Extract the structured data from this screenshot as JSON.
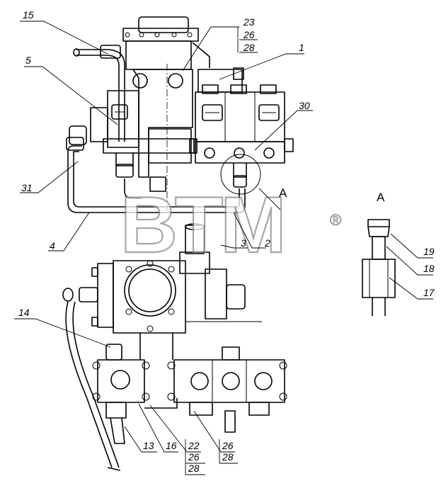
{
  "drawing": {
    "callouts": [
      {
        "id": "c15",
        "text": "15"
      },
      {
        "id": "c23",
        "text": "23"
      },
      {
        "id": "c26a",
        "text": "26"
      },
      {
        "id": "c28a",
        "text": "28"
      },
      {
        "id": "c1",
        "text": "1"
      },
      {
        "id": "c5",
        "text": "5"
      },
      {
        "id": "c30",
        "text": "30"
      },
      {
        "id": "c31",
        "text": "31"
      },
      {
        "id": "c4",
        "text": "4"
      },
      {
        "id": "c3",
        "text": "3"
      },
      {
        "id": "c2",
        "text": "2"
      },
      {
        "id": "c19",
        "text": "19"
      },
      {
        "id": "c18",
        "text": "18"
      },
      {
        "id": "c17",
        "text": "17"
      },
      {
        "id": "c14",
        "text": "14"
      },
      {
        "id": "c13",
        "text": "13"
      },
      {
        "id": "c16",
        "text": "16"
      },
      {
        "id": "c22",
        "text": "22"
      },
      {
        "id": "c26b",
        "text": "26"
      },
      {
        "id": "c28b",
        "text": "28"
      },
      {
        "id": "c26c",
        "text": "26"
      },
      {
        "id": "c28c",
        "text": "28"
      }
    ],
    "view_marks": {
      "main": "A",
      "detail": "A"
    },
    "watermark": {
      "text": "BTM",
      "symbol": "®"
    }
  }
}
